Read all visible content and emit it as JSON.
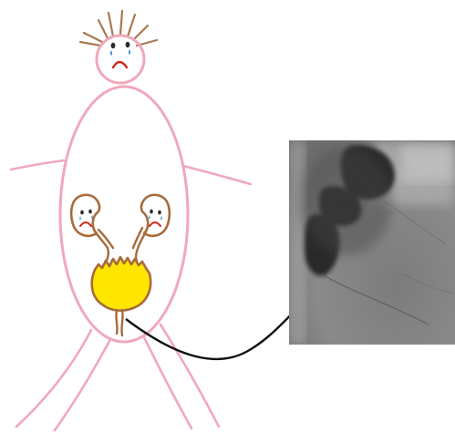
{
  "figure": {
    "type": "medical illustration",
    "elements": [
      "cartoon-body",
      "kidneys",
      "ureters",
      "bladder",
      "urethra",
      "arrow",
      "x-ray-inset"
    ]
  },
  "colors": {
    "body_outline": "#f0a8bc",
    "organ_outline": "#a86a3a",
    "bladder_fill": "#ffe600",
    "face_features": "#2a2a2a",
    "tears": "#2f8fd0",
    "frown": "#cc2a1a",
    "hair": "#a87a50",
    "arrow": "#111111"
  },
  "expressions": {
    "head": "sad-crying",
    "left_kidney": "sad-crying",
    "right_kidney": "sad-crying"
  }
}
